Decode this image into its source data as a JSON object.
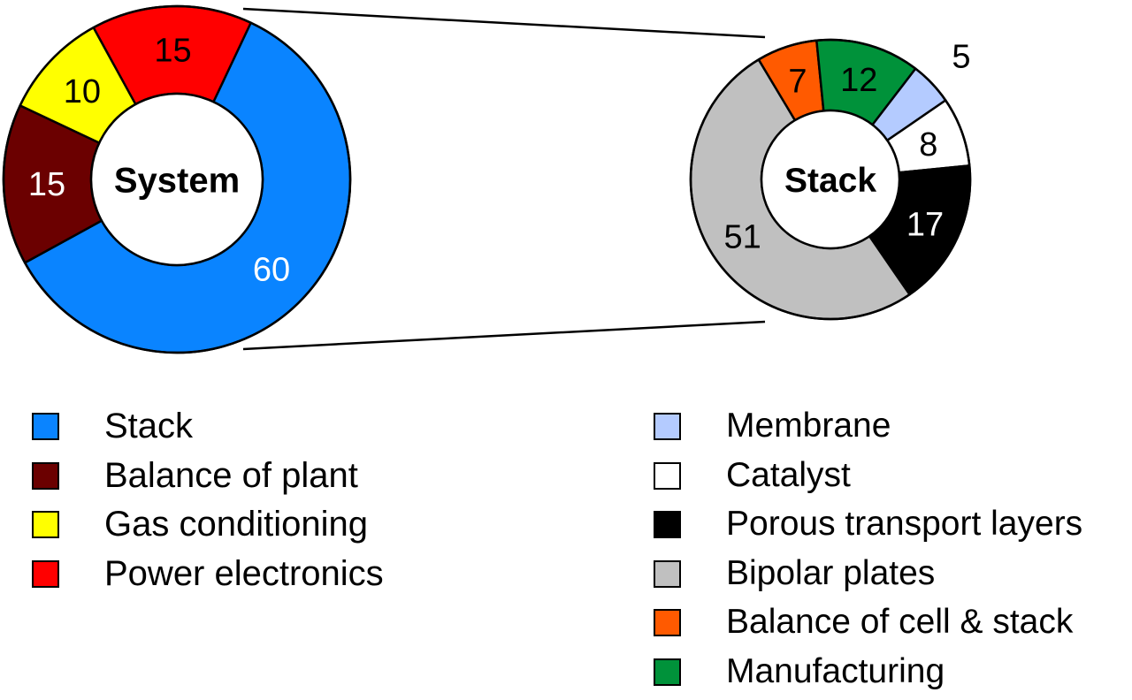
{
  "chart_data": [
    {
      "type": "pie",
      "center_label": "System",
      "slices": [
        {
          "label": "Stack",
          "value": 60,
          "data_label": "60",
          "color": "#0a84ff",
          "text_color": "#ffffff"
        },
        {
          "label": "Balance of plant",
          "value": 15,
          "data_label": "15",
          "color": "#6b0000",
          "text_color": "#ffffff"
        },
        {
          "label": "Gas conditioning",
          "value": 10,
          "data_label": "10",
          "color": "#ffff00",
          "text_color": "#000000"
        },
        {
          "label": "Power electronics",
          "value": 15,
          "data_label": "15",
          "color": "#ff0000",
          "text_color": "#000000"
        }
      ]
    },
    {
      "type": "pie",
      "center_label": "Stack",
      "slices": [
        {
          "label": "Membrane",
          "value": 5,
          "data_label": "5",
          "color": "#b4cbff",
          "text_color": "#000000",
          "label_outside": true
        },
        {
          "label": "Catalyst",
          "value": 8,
          "data_label": "8",
          "color": "#ffffff",
          "text_color": "#000000"
        },
        {
          "label": "Porous transport layers",
          "value": 17,
          "data_label": "17",
          "color": "#000000",
          "text_color": "#ffffff"
        },
        {
          "label": "Bipolar plates",
          "value": 51,
          "data_label": "51",
          "color": "#c0c0c0",
          "text_color": "#000000"
        },
        {
          "label": "Balance of cell & stack",
          "value": 7,
          "data_label": "7",
          "color": "#ff5a00",
          "text_color": "#000000"
        },
        {
          "label": "Manufacturing",
          "value": 12,
          "data_label": "12",
          "color": "#00923a",
          "text_color": "#000000"
        }
      ]
    }
  ]
}
